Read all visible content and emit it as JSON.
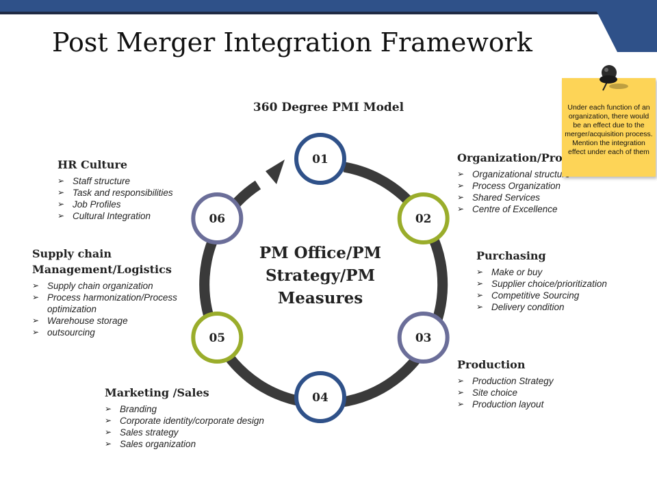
{
  "slide": {
    "title": "Post Merger Integration Framework",
    "subtitle": "360 Degree PMI Model",
    "center_label": "PM Office/PM Strategy/PM Measures",
    "colors": {
      "blue": "#2f5189",
      "green": "#9aad2b",
      "purple": "#6b6e99",
      "ring": "#3a3a3a",
      "note": "#fdd457"
    }
  },
  "nodes": [
    {
      "number": "01",
      "color": "blue"
    },
    {
      "number": "02",
      "color": "green"
    },
    {
      "number": "03",
      "color": "purple"
    },
    {
      "number": "04",
      "color": "blue"
    },
    {
      "number": "05",
      "color": "green"
    },
    {
      "number": "06",
      "color": "purple"
    }
  ],
  "sections": {
    "organization": {
      "heading": "Organization/Pro",
      "items": [
        "Organizational structure",
        "Process Organization",
        "Shared Services",
        "Centre of Excellence"
      ]
    },
    "purchasing": {
      "heading": "Purchasing",
      "items": [
        "Make or buy",
        "Supplier choice/prioritization",
        "Competitive Sourcing",
        "Delivery condition"
      ]
    },
    "production": {
      "heading": "Production",
      "items": [
        "Production Strategy",
        "Site choice",
        "Production layout"
      ]
    },
    "marketing": {
      "heading": "Marketing /Sales",
      "items": [
        "Branding",
        "Corporate identity/corporate design",
        "Sales strategy",
        "Sales organization"
      ]
    },
    "supply_chain": {
      "heading_line1": "Supply chain",
      "heading_line2": "Management/Logistics",
      "items": [
        "Supply chain organization",
        "Process harmonization/Process optimization",
        "Warehouse storage",
        "outsourcing"
      ]
    },
    "hr": {
      "heading": "HR Culture",
      "items": [
        "Staff structure",
        "Task and responsibilities",
        "Job Profiles",
        "Cultural Integration"
      ]
    }
  },
  "note": {
    "text": "Under each function of an organization, there would be an effect due to the merger/acquisition process. Mention the integration effect under each of them",
    "icon": "pushpin-icon"
  },
  "bullet_glyph": "➢"
}
